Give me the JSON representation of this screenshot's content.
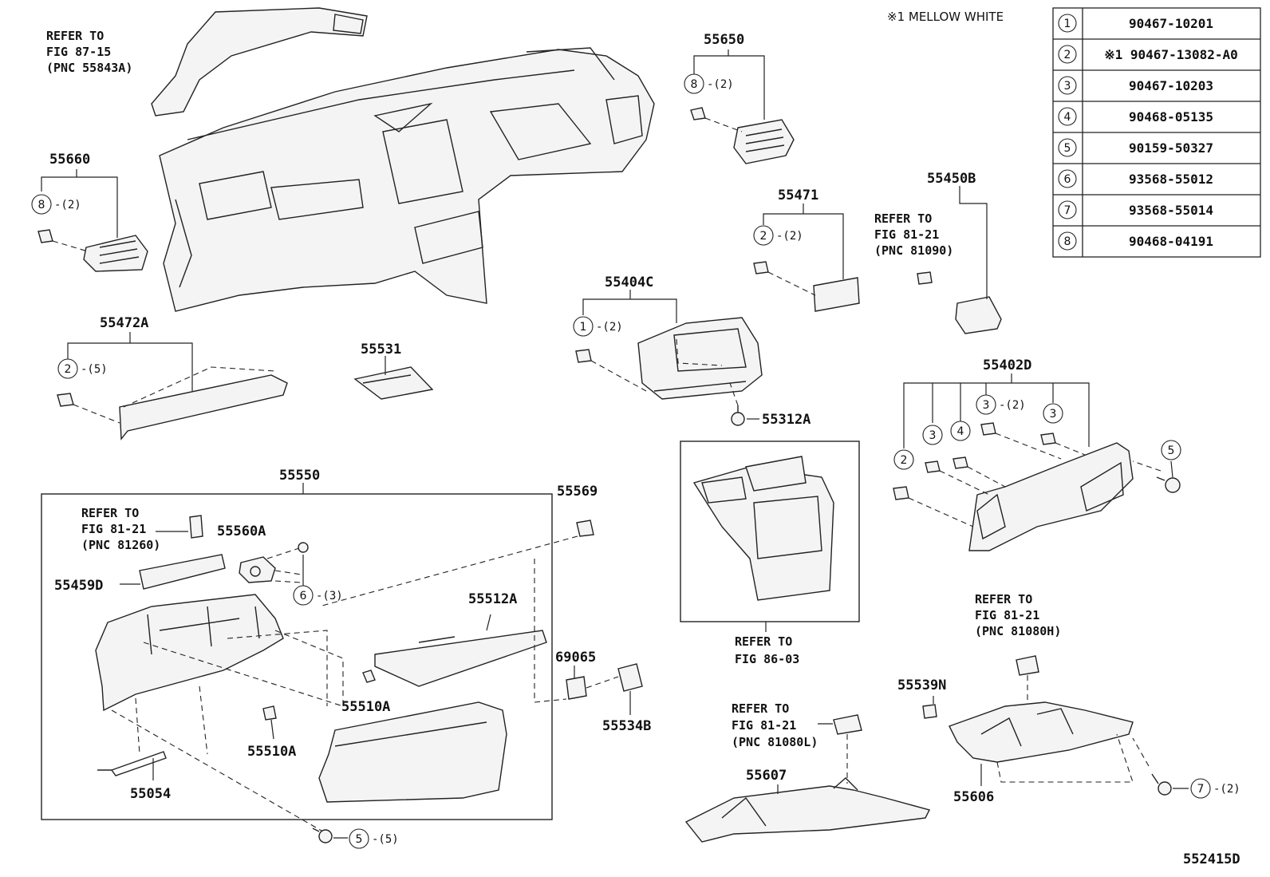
{
  "legend_note": "※1 MELLOW WHITE",
  "figure_code": "552415D",
  "part_table": [
    {
      "num": "1",
      "part": "90467-10201"
    },
    {
      "num": "2",
      "part": "※1 90467-13082-A0"
    },
    {
      "num": "3",
      "part": "90467-10203"
    },
    {
      "num": "4",
      "part": "90468-05135"
    },
    {
      "num": "5",
      "part": "90159-50327"
    },
    {
      "num": "6",
      "part": "93568-55012"
    },
    {
      "num": "7",
      "part": "93568-55014"
    },
    {
      "num": "8",
      "part": "90468-04191"
    }
  ],
  "labels": {
    "p55650": "55650",
    "p55660": "55660",
    "p55471": "55471",
    "p55450B": "55450B",
    "p55404C": "55404C",
    "p55472A": "55472A",
    "p55531": "55531",
    "p55402D": "55402D",
    "p55312A": "55312A",
    "p55550": "55550",
    "p55569": "55569",
    "p55560A": "55560A",
    "p55459D": "55459D",
    "p55512A": "55512A",
    "p69065": "69065",
    "p55510A_1": "55510A",
    "p55510A_2": "55510A",
    "p55534B": "55534B",
    "p55054": "55054",
    "p55539N": "55539N",
    "p55607": "55607",
    "p55606": "55606"
  },
  "refs": {
    "r1": [
      "REFER TO",
      "FIG 87-15",
      "(PNC 55843A)"
    ],
    "r2": [
      "REFER TO",
      "FIG 81-21",
      "(PNC 81090)"
    ],
    "r3": [
      "REFER TO",
      "FIG 81-21",
      "(PNC 81260)"
    ],
    "r4": [
      "REFER TO",
      "FIG 86-03"
    ],
    "r5": [
      "REFER TO",
      "FIG 81-21",
      "(PNC 81080H)"
    ],
    "r6": [
      "REFER TO",
      "FIG 81-21",
      "(PNC 81080L)"
    ]
  },
  "callouts": {
    "c55650": {
      "num": "8",
      "qty": "-(2)"
    },
    "c55660": {
      "num": "8",
      "qty": "-(2)"
    },
    "c55471": {
      "num": "2",
      "qty": "-(2)"
    },
    "c55404C": {
      "num": "1",
      "qty": "-(2)"
    },
    "c55472A": {
      "num": "2",
      "qty": "-(5)"
    },
    "c55402D_a": {
      "num": "3",
      "qty": "-(2)"
    },
    "c55402D_b": {
      "num": "2",
      "qty": ""
    },
    "c55402D_c": {
      "num": "3",
      "qty": ""
    },
    "c55402D_d": {
      "num": "4",
      "qty": ""
    },
    "c55402D_e": {
      "num": "3",
      "qty": ""
    },
    "c55402D_f": {
      "num": "5",
      "qty": ""
    },
    "c55560A": {
      "num": "6",
      "qty": "-(3)"
    },
    "c55550": {
      "num": "5",
      "qty": "-(5)"
    },
    "c55606": {
      "num": "7",
      "qty": "-(2)"
    }
  }
}
